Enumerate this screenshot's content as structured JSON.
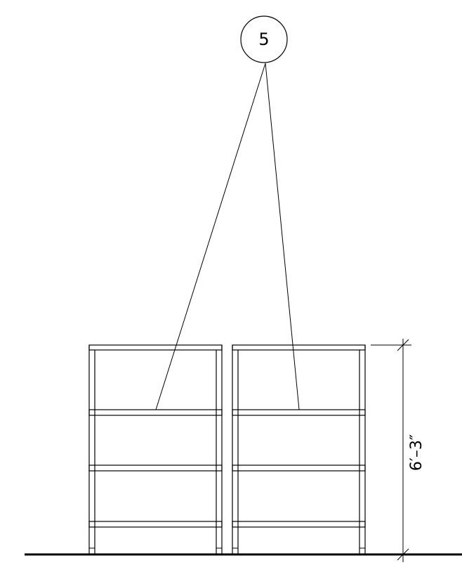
{
  "callout": {
    "number": "5"
  },
  "dimension": {
    "height_text": "6′–3″"
  },
  "shelving_units": [
    {
      "name": "left-unit",
      "shelf_count": 4
    },
    {
      "name": "right-unit",
      "shelf_count": 4
    }
  ]
}
